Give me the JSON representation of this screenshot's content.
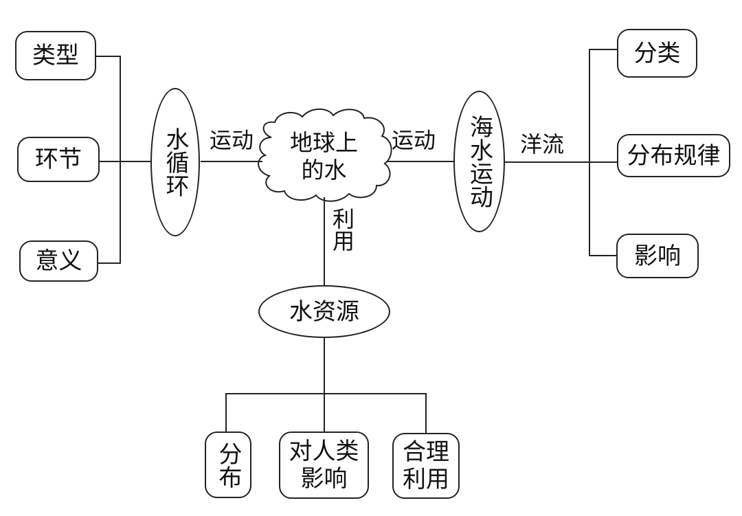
{
  "center": {
    "label": "地球上\n的水"
  },
  "left_branch": {
    "node": "水循环",
    "link_label": "运动",
    "children": [
      "类型",
      "环节",
      "意义"
    ]
  },
  "right_branch": {
    "node": "海水运动",
    "link_label": "运动",
    "sub_link_label": "洋流",
    "children": [
      "分类",
      "分布规律",
      "影响"
    ]
  },
  "bottom_branch": {
    "node": "水资源",
    "link_label": "利用",
    "children": [
      "分布",
      "对人类\n影响",
      "合理\n利用"
    ]
  }
}
